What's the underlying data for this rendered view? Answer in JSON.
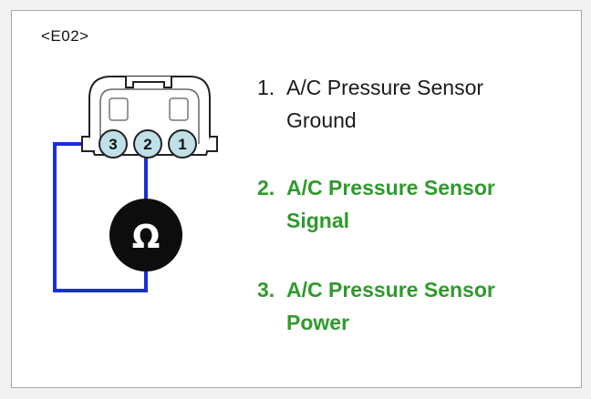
{
  "connector": {
    "id": "<E02>",
    "pins": [
      {
        "label": "3"
      },
      {
        "label": "2"
      },
      {
        "label": "1"
      }
    ]
  },
  "meter": {
    "symbol": "Ω",
    "icon": "ohmmeter-icon"
  },
  "colors": {
    "wire": "#1a2fd6",
    "pin_fill": "#bfe0e6",
    "connector_body": "#ffffff",
    "connector_stroke": "#222222",
    "highlight_text": "#2f9a2c",
    "normal_text": "#1a1a1a"
  },
  "legend": [
    {
      "number": "1.",
      "line1": "A/C Pressure Sensor",
      "line2": "Ground"
    },
    {
      "number": "2.",
      "line1": "A/C Pressure Sensor",
      "line2": "Signal"
    },
    {
      "number": "3.",
      "line1": "A/C Pressure Sensor",
      "line2": "Power"
    }
  ]
}
